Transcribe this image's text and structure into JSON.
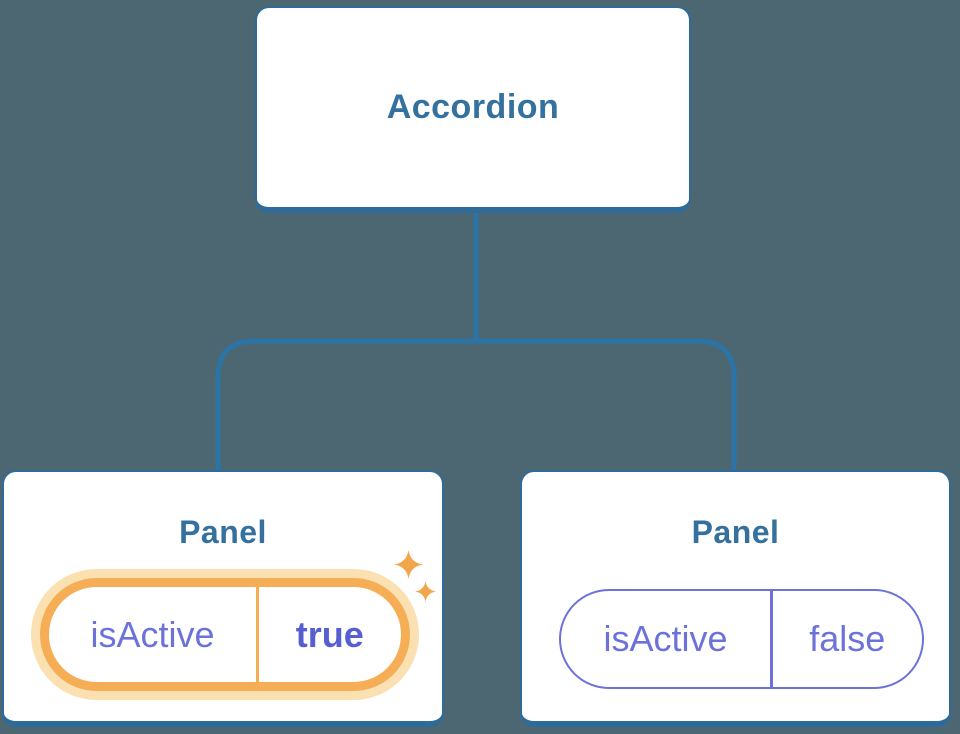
{
  "diagram": {
    "root": {
      "label": "Accordion"
    },
    "panels": [
      {
        "title": "Panel",
        "prop_name": "isActive",
        "prop_value": "true",
        "highlighted": true,
        "decoration": "sparkles-icon"
      },
      {
        "title": "Panel",
        "prop_name": "isActive",
        "prop_value": "false",
        "highlighted": false,
        "decoration": null
      }
    ]
  },
  "colors": {
    "background": "#4c6771",
    "connector_line": "#2b74a8",
    "node_border": "#2e6b99",
    "node_title_text": "#35719e",
    "highlight_ring": "#f5ae56",
    "highlight_glow": "#fbe0b1",
    "sparkle": "#f2a64c",
    "prop_text": "#6d72db",
    "prop_value_emphasis": "#575ed2"
  }
}
